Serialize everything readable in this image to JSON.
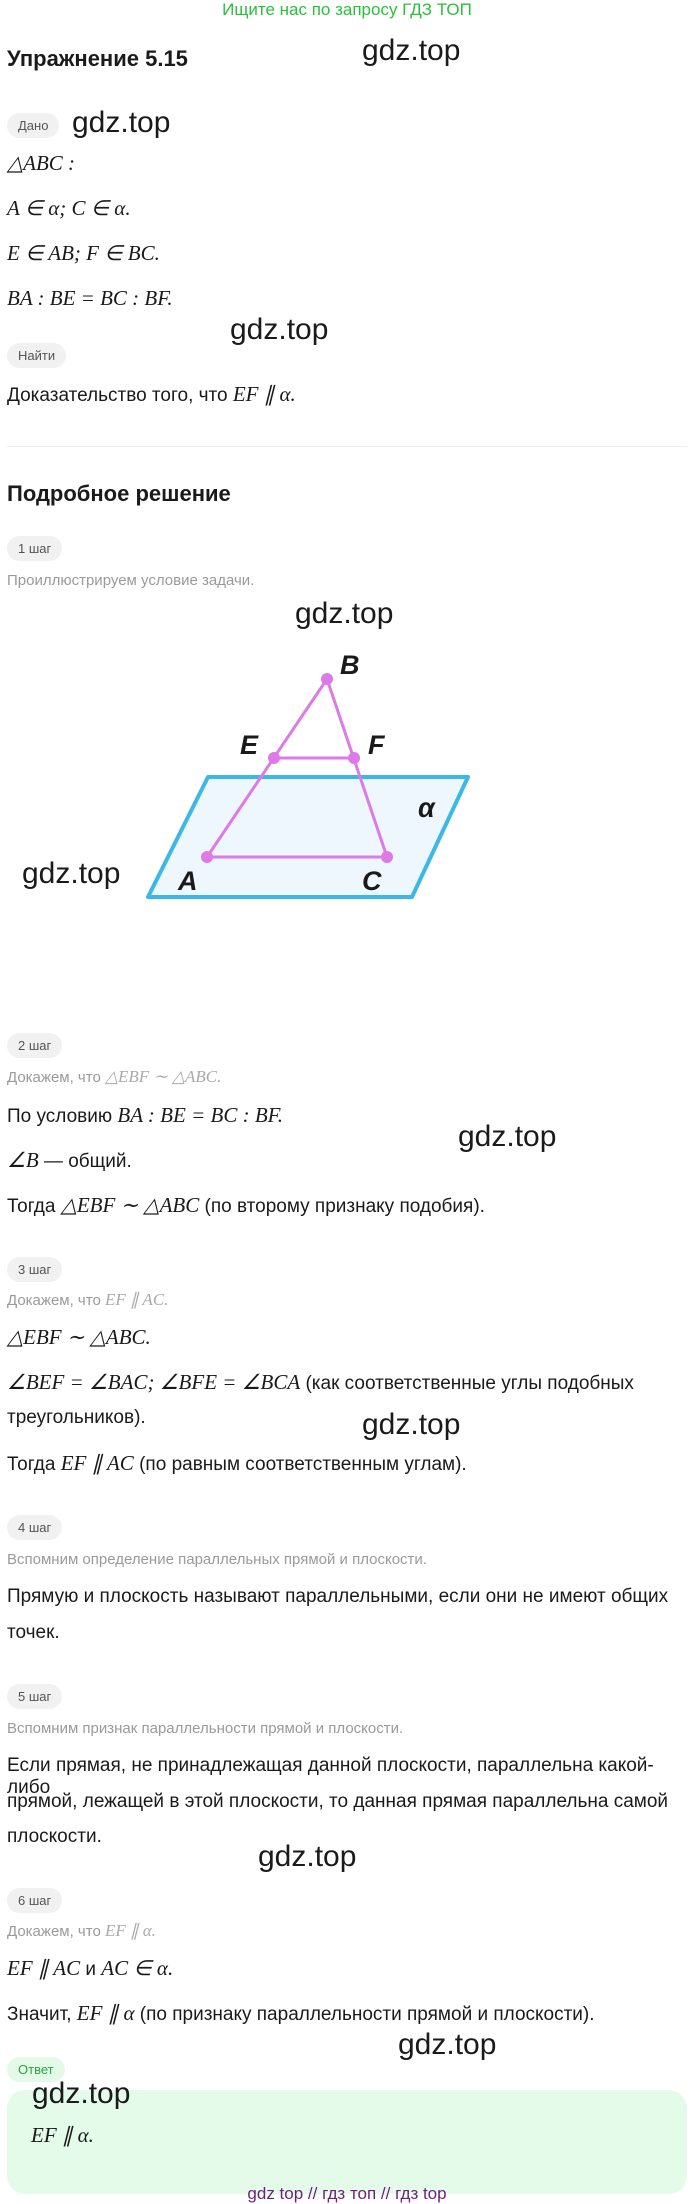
{
  "top_link": "Ищите нас по запросу ГДЗ ТОП",
  "title": "Упражнение 5.15",
  "watermark": "gdz.top",
  "given": {
    "label": "Дано",
    "lines": [
      "△ABC :",
      "A ∈ α;  C ∈ α.",
      "E ∈ AB;  F ∈ BC.",
      "BA : BE = BC : BF."
    ]
  },
  "find": {
    "label": "Найти",
    "text": "Доказательство того, что",
    "math": "EF ∥ α."
  },
  "solution_title": "Подробное решение",
  "steps": [
    {
      "label": "1 шаг",
      "hint": "Проиллюстрируем условие задачи."
    },
    {
      "label": "2 шаг",
      "hint": "Докажем, что",
      "hint_math": "△EBF ∼ △ABC."
    },
    {
      "label": "3 шаг",
      "hint": "Докажем, что",
      "hint_math": "EF ∥ AC."
    },
    {
      "label": "4 шаг",
      "hint": "Вспомним определение параллельных прямой и плоскости."
    },
    {
      "label": "5 шаг",
      "hint": "Вспомним признак параллельности прямой и плоскости."
    },
    {
      "label": "6 шаг",
      "hint": "Докажем, что",
      "hint_math": "EF ∥ α."
    }
  ],
  "figure": {
    "B": "B",
    "E": "E",
    "F": "F",
    "A": "A",
    "C": "C",
    "alpha": "α"
  },
  "step2": {
    "l1_text": "По условию",
    "l1_math": "BA : BE = BC : BF.",
    "l2_math": "∠B",
    "l2_text": " — общий.",
    "l3_text": "Тогда",
    "l3_math": "△EBF ∼ △ABC",
    "l3_tail": " (по второму признаку подобия)."
  },
  "step3": {
    "l1_math": "△EBF ∼ △ABC.",
    "l2_math": "∠BEF = ∠BAC;   ∠BFE = ∠BCA",
    "l2_text": " (как соответственные углы подобных",
    "l2_cont": "треугольников).",
    "l3_text": "Тогда",
    "l3_math": "EF ∥ AC",
    "l3_tail": " (по равным соответственным углам)."
  },
  "step4": {
    "l1": "Прямую и плоскость называют параллельными, если они не имеют общих",
    "l2": "точек."
  },
  "step5": {
    "l1": "Если прямая, не принадлежащая данной плоскости, параллельна какой-либо",
    "l2": "прямой, лежащей в этой плоскости, то данная прямая параллельна самой",
    "l3": "плоскости."
  },
  "step6": {
    "l1_math_a": "EF ∥ AC",
    "l1_mid": " и ",
    "l1_math_b": "AC ∈ α.",
    "l2_text": "Значит,",
    "l2_math": "EF ∥ α",
    "l2_tail": " (по признаку параллельности прямой и плоскости)."
  },
  "answer": {
    "label": "Ответ",
    "math": "EF ∥ α."
  },
  "footer": "gdz top  //  гдз топ  //  гдз top",
  "colors": {
    "plane": "#3cb8e8",
    "triangle": "#dd7ae8",
    "accent_green": "#2bbf3a"
  }
}
